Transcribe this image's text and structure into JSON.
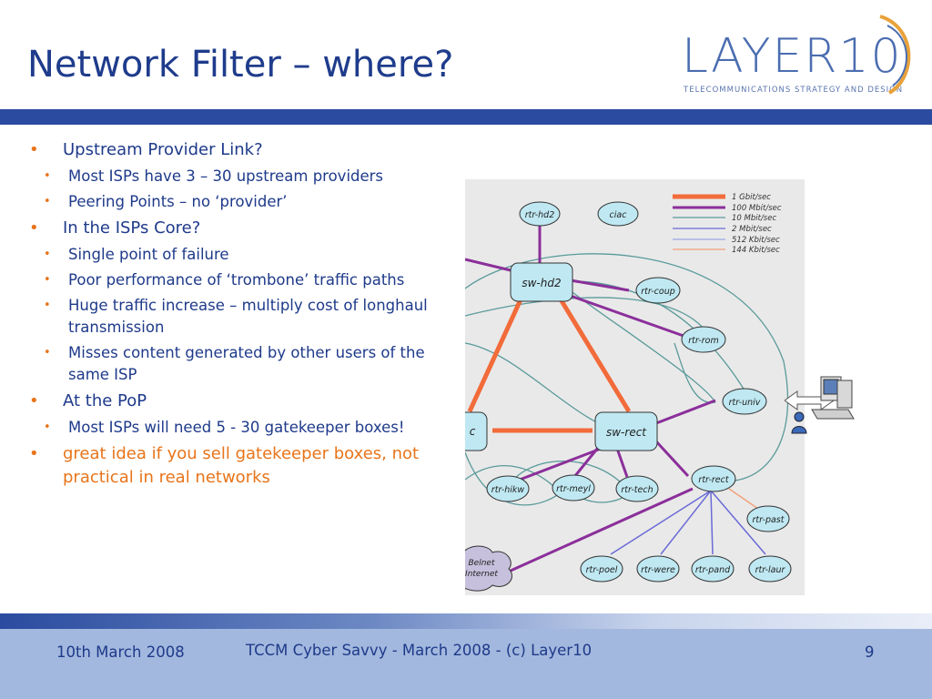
{
  "slide": {
    "title": "Network Filter – where?"
  },
  "logo": {
    "text": "LAYER10",
    "tagline": "TELECOMMUNICATIONS STRATEGY AND DESIGN"
  },
  "bullets": [
    {
      "text": "Upstream Provider Link?",
      "sub": [
        "Most ISPs have 3 – 30 upstream providers",
        "Peering Points – no ‘provider’"
      ]
    },
    {
      "text": "In the ISPs Core?",
      "sub": [
        "Single point of failure",
        "Poor performance of ‘trombone’ traffic paths",
        "Huge traffic increase – multiply cost of longhaul transmission",
        "Misses content generated by other users of the same ISP"
      ]
    },
    {
      "text": "At the PoP",
      "sub": [
        "Most ISPs will need 5 - 30 gatekeeper boxes!"
      ]
    },
    {
      "text": "great idea if you sell gatekeeper boxes, not practical in real networks",
      "sub": []
    }
  ],
  "diagram": {
    "legend": [
      "1 Gbit/sec",
      "100 Mbit/sec",
      "10 Mbit/sec",
      "2 Mbit/sec",
      "512 Kbit/sec",
      "144 Kbit/sec"
    ],
    "nodes": {
      "rtr_hd2": "rtr-hd2",
      "ciac": "ciac",
      "sw_hd2": "sw-hd2",
      "rtr_coup": "rtr-coup",
      "rtr_rom": "rtr-rom",
      "rtr_univ": "rtr-univ",
      "c_partial": "c",
      "sw_rect": "sw-rect",
      "rtr_hikw": "rtr-hikw",
      "rtr_meyl": "rtr-meyl",
      "rtr_tech": "rtr-tech",
      "rtr_rect": "rtr-rect",
      "rtr_past": "rtr-past",
      "rtr_poel": "rtr-poel",
      "rtr_were": "rtr-were",
      "rtr_pand": "rtr-pand",
      "rtr_laur": "rtr-laur",
      "belnet_1": "Belnet",
      "belnet_2": "Internet"
    }
  },
  "footer": {
    "date": "10th March 2008",
    "center": "TCCM Cyber Savvy - March 2008 -  (c) Layer10",
    "page": "9"
  },
  "colors": {
    "title": "#1f3c8c",
    "accent_bar": "#2a4b9f",
    "bullet_marker": "#e8741a",
    "footer_bg": "#a3b8de",
    "link_1g": "#f26b3a",
    "link_100m": "#8b2f9a",
    "link_10m": "#5a9a9a",
    "link_2m": "#6a6ad8",
    "node_fill": "#bfe8f2"
  }
}
